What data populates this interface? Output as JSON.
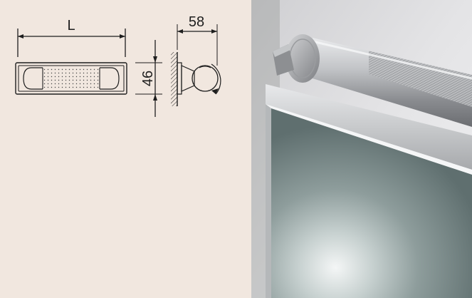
{
  "drawing": {
    "length_label": "L",
    "height_label": "46",
    "depth_label": "58"
  },
  "colors": {
    "drawing_background": "#f1e7df",
    "line": "#1e1e1e",
    "photo_wall": "#d9d9db",
    "photo_mirror": "#7b8c8c",
    "photo_metal": "#b9bbbe"
  }
}
